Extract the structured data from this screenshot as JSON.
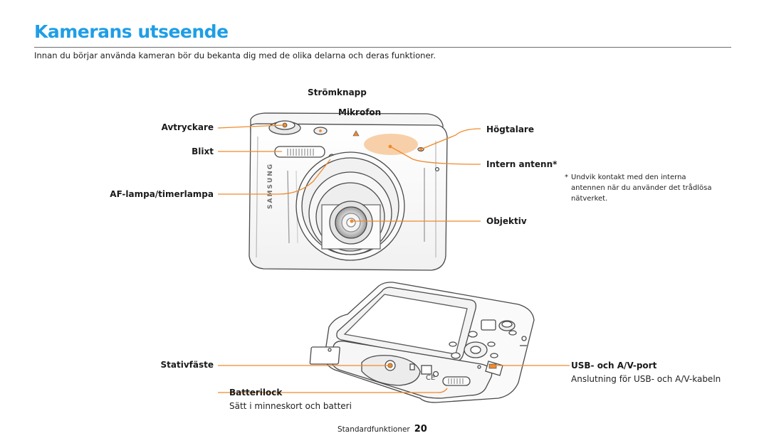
{
  "page": {
    "title": "Kamerans utseende",
    "intro": "Innan du börjar använda kameran bör du bekanta dig med de olika delarna och deras funktioner.",
    "footer_section": "Standardfunktioner",
    "page_number": "20"
  },
  "front_view": {
    "labels": {
      "power_button": "Strömknapp",
      "microphone": "Mikrofon",
      "shutter": "Avtryckare",
      "speaker": "Högtalare",
      "flash": "Blixt",
      "internal_antenna": "Intern antenn*",
      "af_lamp": "AF-lampa/timerlampa",
      "lens": "Objektiv"
    },
    "antenna_note_mark": "*",
    "antenna_note": "Undvik kontakt med den interna antennen när du använder det trådlösa nätverket.",
    "brand_text": "SAMSUNG"
  },
  "bottom_view": {
    "labels": {
      "tripod_mount": "Stativfäste",
      "usb_av_port": "USB- och A/V-port",
      "battery_cover": "Batterilock"
    },
    "descriptions": {
      "usb_av_port": "Anslutning för USB- och A/V-kabeln",
      "battery_cover": "Sätt i minneskort och batteri"
    },
    "regulatory_mark": "CE"
  },
  "colors": {
    "title": "#1f9ee6",
    "callout_line": "#f08a2c",
    "antenna_highlight": "#f6c89a",
    "outline": "#4a4a4a"
  }
}
